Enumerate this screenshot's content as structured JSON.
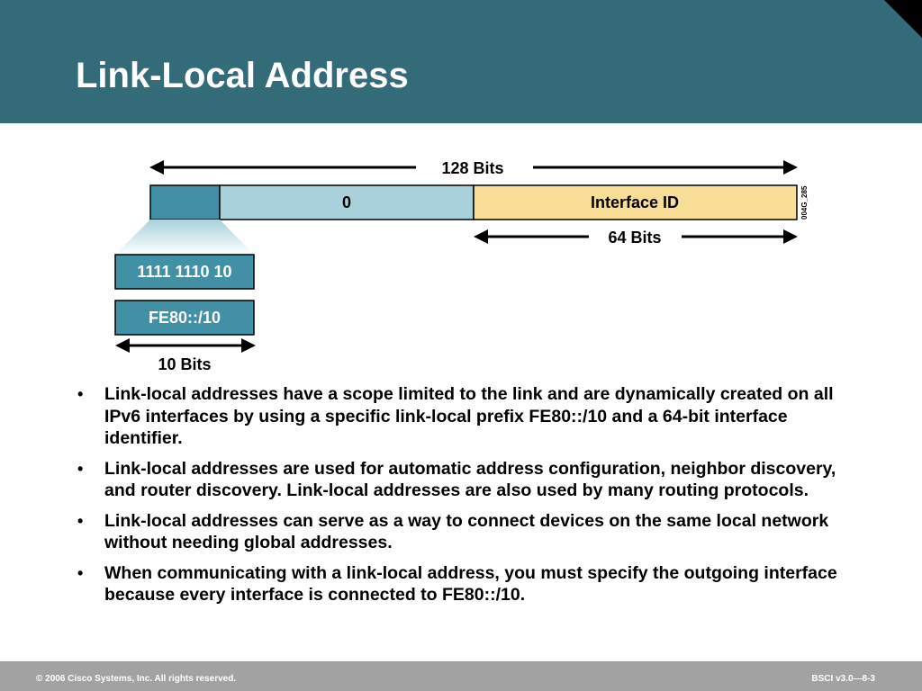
{
  "title": "Link-Local Address",
  "diagram": {
    "total_label": "128 Bits",
    "segments": [
      {
        "label": "",
        "color": "#4190a6"
      },
      {
        "label": "0",
        "color": "#a8d1dc"
      },
      {
        "label": "Interface ID",
        "color": "#f8de96"
      }
    ],
    "interface_label": "64 Bits",
    "prefix_binary": "1111 1110 10",
    "prefix_hex": "FE80::/10",
    "prefix_label": "10 Bits",
    "figure_id": "004G_285"
  },
  "bullets": [
    "Link-local addresses have a scope limited to the link and are dynamically created on all IPv6 interfaces by using a specific link-local prefix FE80::/10 and a 64-bit interface identifier.",
    "Link-local addresses are used for automatic address configuration, neighbor discovery, and router discovery. Link-local addresses are also used by many routing protocols.",
    "Link-local addresses can serve as a way to connect devices on the same local network without needing global addresses.",
    "When communicating with a link-local address, you must specify the outgoing interface because every interface is connected to FE80::/10."
  ],
  "footer": {
    "copyright": "© 2006 Cisco Systems, Inc. All rights reserved.",
    "version": "BSCI v3.0—8-3"
  },
  "colors": {
    "header": "#336b78",
    "footer": "#a2a2a2",
    "prefix_box": "#4190a6"
  }
}
